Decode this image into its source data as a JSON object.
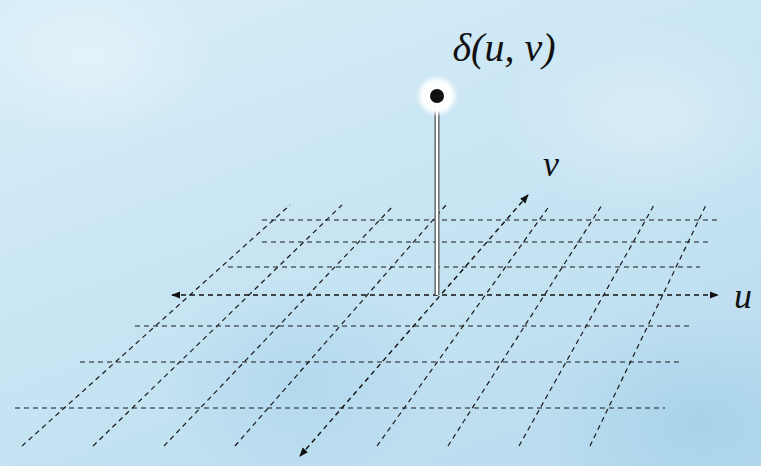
{
  "diagram": {
    "labels": [
      "δ(u, v)",
      "v",
      "u"
    ]
  }
}
